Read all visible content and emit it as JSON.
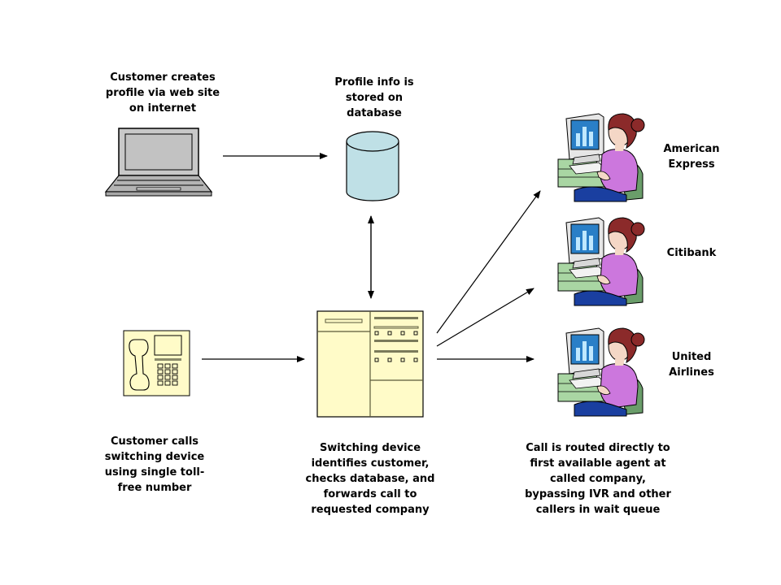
{
  "diagram": {
    "nodes": {
      "laptop": {
        "label": "Customer creates\nprofile via web site\non internet",
        "icon": "laptop-icon"
      },
      "database": {
        "label": "Profile info is\nstored on\ndatabase",
        "icon": "database-icon"
      },
      "phone": {
        "label": "Customer calls\nswitching device\nusing single toll-\nfree number",
        "icon": "phone-icon"
      },
      "switch": {
        "label": "Switching device\nidentifies customer,\nchecks database, and\nforwards call to\nrequested company",
        "icon": "switching-device-icon"
      },
      "agents": {
        "label": "Call is routed directly to\nfirst available agent at\ncalled company,\nbypassing IVR and other\ncallers in wait queue",
        "icon": "agent-icon"
      }
    },
    "companies": [
      {
        "name": "American\nExpress"
      },
      {
        "name": "Citibank"
      },
      {
        "name": "United\nAirlines"
      }
    ],
    "edges": [
      {
        "from": "laptop",
        "to": "database",
        "direction": "forward"
      },
      {
        "from": "database",
        "to": "switch",
        "direction": "both"
      },
      {
        "from": "phone",
        "to": "switch",
        "direction": "forward"
      },
      {
        "from": "switch",
        "to": "American Express agent",
        "direction": "forward"
      },
      {
        "from": "switch",
        "to": "Citibank agent",
        "direction": "forward"
      },
      {
        "from": "switch",
        "to": "United Airlines agent",
        "direction": "forward"
      }
    ],
    "colors": {
      "database_fill": "#bfe0e6",
      "device_fill": "#fffbc8",
      "laptop_fill": "#c8c8c8",
      "agent_shirt": "#cc77dd",
      "agent_hair": "#8b2a2a",
      "chair": "#6a9d6a",
      "screen": "#2a7fc7"
    }
  }
}
